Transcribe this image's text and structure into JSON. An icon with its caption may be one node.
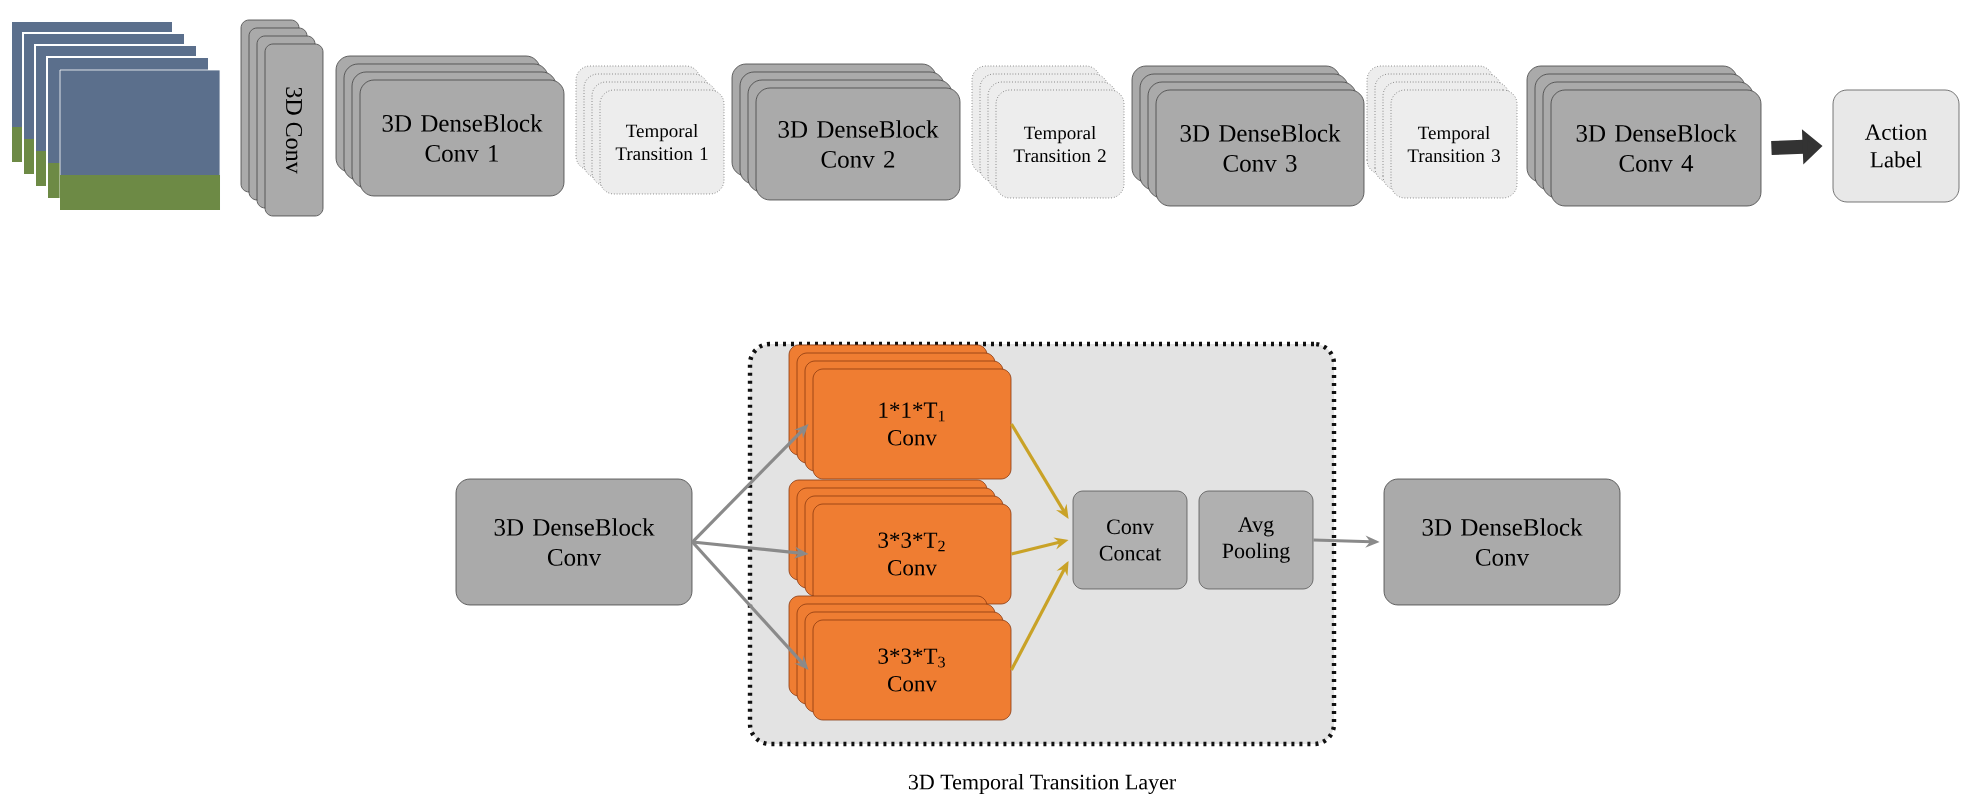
{
  "diagram": {
    "nodes": [
      {
        "text": [],
        "shape": "picture"
      },
      {
        "text": [
          "3D Conv"
        ]
      },
      {
        "text": [
          "3D DenseBlock Conv 1"
        ]
      },
      {
        "text": [
          "Temporal Transition 1"
        ]
      },
      {
        "text": [
          "3D DenseBlock Conv 2"
        ]
      },
      {
        "text": [
          "Temporal Transition 2"
        ]
      },
      {
        "text": [
          "3D DenseBlock Conv 3"
        ]
      },
      {
        "text": [
          "Temporal Transition 3"
        ]
      },
      {
        "text": [
          "3D DenseBlock Conv 4"
        ]
      },
      {
        "text": [
          "Action Label"
        ]
      },
      {
        "text": [
          "3D DenseBlock Conv"
        ]
      },
      {
        "text": [
          "3D Temporal Transition Layer"
        ]
      },
      {
        "text": [
          "1*1*T$_{1}$ Conv"
        ],
        "in": 11
      },
      {
        "text": [
          "3*3*T$_{2}$ Conv"
        ],
        "in": 11
      },
      {
        "text": [
          "3*3*T$_{3}$ Conv"
        ],
        "in": 11
      },
      {
        "text": [
          "Conv Concat"
        ],
        "in": 11
      },
      {
        "text": [
          "Avg Pooling"
        ],
        "in": 11
      },
      {
        "text": [
          "3D DenseBlock Conv"
        ]
      }
    ],
    "edges": [
      {
        "from": 8,
        "to": 9,
        "arrow": "to",
        "style": "thick",
        "color": "#333333"
      },
      {
        "from": 10,
        "to": 12,
        "arrow": "to"
      },
      {
        "from": 10,
        "to": 13,
        "arrow": "to"
      },
      {
        "from": 10,
        "to": 14,
        "arrow": "to"
      },
      {
        "from": 12,
        "to": 15,
        "arrow": "to",
        "color": "#c9a227"
      },
      {
        "from": 13,
        "to": 15,
        "arrow": "to",
        "color": "#c9a227"
      },
      {
        "from": 14,
        "to": 15,
        "arrow": "to",
        "color": "#c9a227"
      },
      {
        "from": 16,
        "to": 17,
        "arrow": "to"
      }
    ]
  }
}
